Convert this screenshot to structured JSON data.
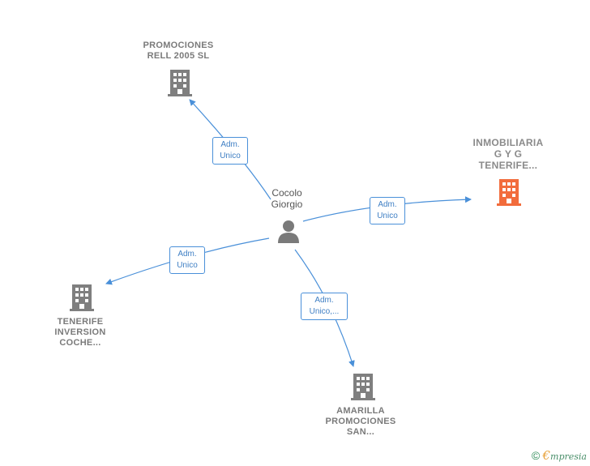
{
  "colors": {
    "edge": "#4a90d9",
    "building": "#7f7f7f",
    "main_building": "#f26c3c",
    "person": "#7a7a7a"
  },
  "nodes": {
    "person": {
      "name": "Cocolo\nGiorgio"
    },
    "promociones_rell": {
      "name": "PROMOCIONES\nRELL 2005 SL"
    },
    "inmobiliaria": {
      "name": "INMOBILIARIA\nG Y G\nTENERIFE..."
    },
    "tenerife_inversion": {
      "name": "TENERIFE\nINVERSION\nCOCHE..."
    },
    "amarilla": {
      "name": "AMARILLA\nPROMOCIONES\nSAN..."
    }
  },
  "edges": {
    "to_promociones_rell": "Adm.\nUnico",
    "to_inmobiliaria": "Adm.\nUnico",
    "to_tenerife_inversion": "Adm.\nUnico",
    "to_amarilla": "Adm.\nUnico,..."
  },
  "brand": {
    "copyright": "©",
    "e": "€",
    "rest": "mpresia"
  }
}
